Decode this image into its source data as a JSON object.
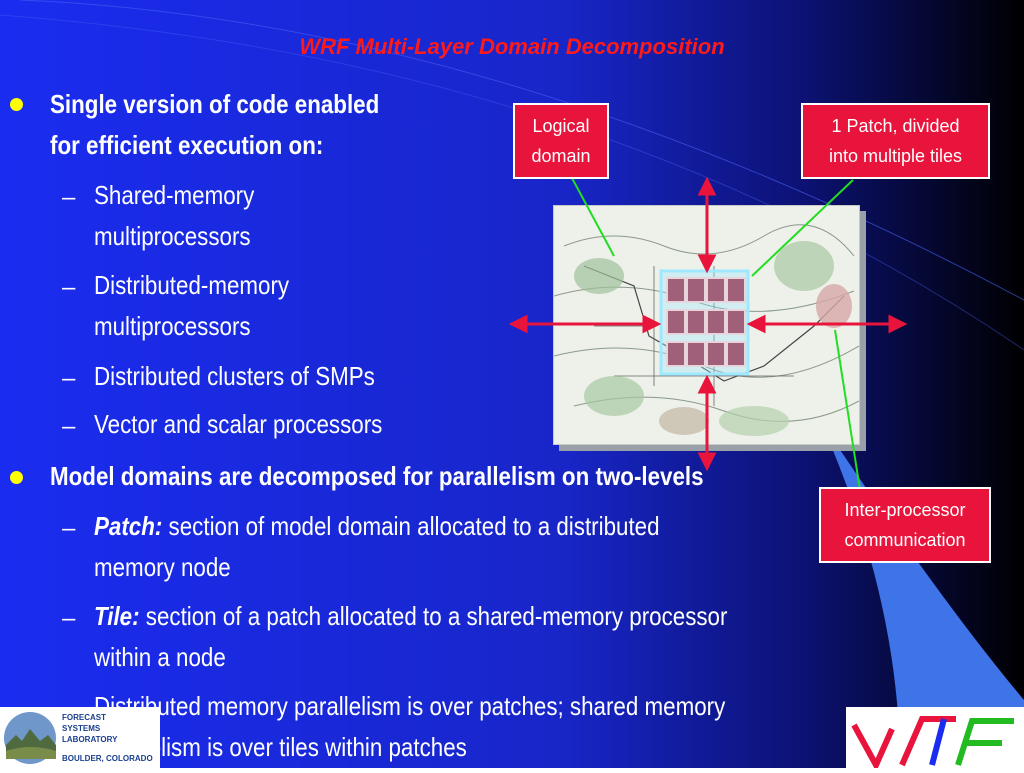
{
  "slide": {
    "title": "WRF Multi-Layer Domain Decomposition",
    "bullet1": {
      "lines": [
        "Single version of code enabled",
        "for efficient execution on:"
      ],
      "subitems": [
        [
          "Shared-memory",
          "multiprocessors"
        ],
        [
          "Distributed-memory",
          "multiprocessors"
        ],
        [
          "Distributed clusters of SMPs"
        ],
        [
          "Vector and scalar processors"
        ]
      ]
    },
    "bullet2": {
      "text": "Model domains are decomposed for parallelism on two-levels",
      "subitems": [
        {
          "term": "Patch:",
          "lines": [
            " section of model domain  allocated to a distributed",
            "memory  node"
          ]
        },
        {
          "term": "Tile:",
          "lines": [
            " section of a patch allocated to a shared-memory processor",
            "within a node"
          ]
        },
        {
          "term": "",
          "lines": [
            "Distributed memory parallelism is over patches; shared memory",
            "parallelism is over tiles within patches"
          ]
        }
      ]
    }
  },
  "callouts": {
    "logical_domain": [
      "Logical",
      "domain"
    ],
    "patch_tiles": [
      "1 Patch, divided",
      "into multiple tiles"
    ],
    "interprocessor": [
      "Inter-processor",
      "communication"
    ]
  },
  "logos": {
    "fsl": [
      "FORECAST",
      "SYSTEMS",
      "LABORATORY",
      "BOULDER, COLORADO"
    ]
  },
  "colors": {
    "background_left": "#1a2cf0",
    "background_right": "#000000",
    "accent_wedge": "#3f73e8",
    "title": "#ff1a1a",
    "callout_fill": "#e8143c",
    "arrow_red": "#e8143c",
    "pointer_green": "#22dd22",
    "tile_fill": "#a0607a",
    "patch_outline": "#9ee9ff",
    "bullet": "#ffff00"
  }
}
